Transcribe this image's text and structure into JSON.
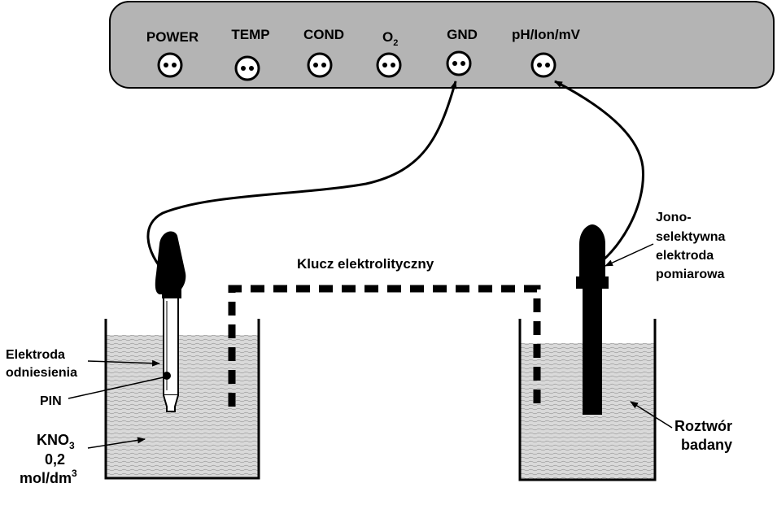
{
  "meter": {
    "ports": [
      {
        "id": "power",
        "label": "POWER"
      },
      {
        "id": "temp",
        "label": "TEMP"
      },
      {
        "id": "cond",
        "label": "COND"
      },
      {
        "id": "o2",
        "label": "O",
        "sub": "2"
      },
      {
        "id": "gnd",
        "label": "GND"
      },
      {
        "id": "ph",
        "label": "pH/Ion/mV"
      }
    ]
  },
  "labels": {
    "salt_bridge": "Klucz elektrolityczny",
    "ion_electrode": [
      "Jono-",
      "selektywna",
      "elektroda",
      "pomiarowa"
    ],
    "reference_electrode": [
      "Elektroda",
      "odniesienia"
    ],
    "pin": "PIN",
    "kno3_main": "KNO",
    "kno3_sub": "3",
    "kno3_conc": "0,2",
    "kno3_unit": "mol/dm",
    "kno3_unit_sup": "3",
    "solution": [
      "Roztwór",
      "badany"
    ]
  },
  "colors": {
    "meter_fill": "#b4b4b4",
    "liquid": "#c8c8c8",
    "line": "#000000"
  }
}
